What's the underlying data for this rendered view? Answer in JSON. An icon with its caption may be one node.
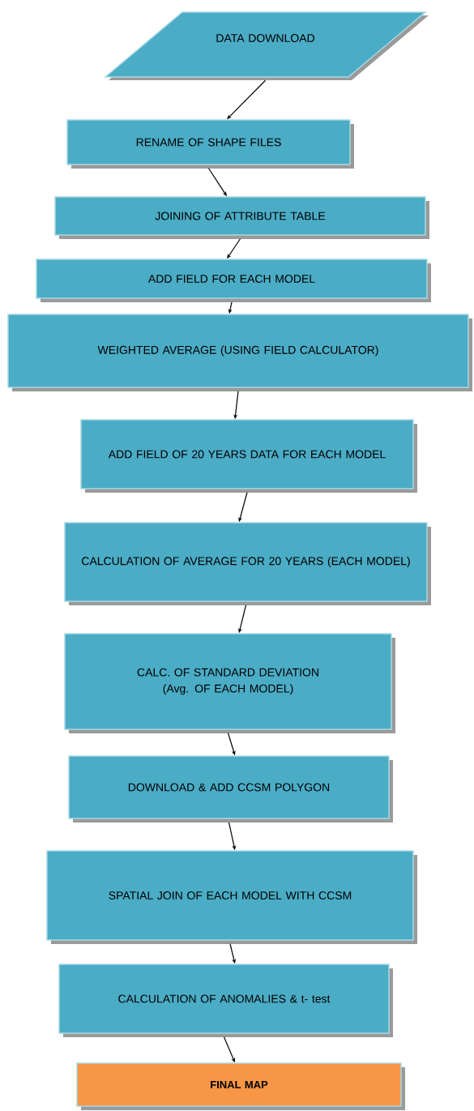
{
  "diagram": {
    "nodes": [
      {
        "text": [
          "DATA DOWNLOAD"
        ]
      },
      {
        "text": [
          "RENAME OF SHAPE FILES"
        ]
      },
      {
        "text": [
          "JOINING OF ATTRIBUTE TABLE"
        ]
      },
      {
        "text": [
          "ADD FIELD FOR EACH MODEL"
        ]
      },
      {
        "text": [
          "WEIGHTED AVERAGE (USING FIELD CALCULATOR)"
        ]
      },
      {
        "text": [
          "ADD FIELD OF 20 YEARS DATA FOR EACH MODEL"
        ]
      },
      {
        "text": [
          "CALCULATION OF AVERAGE FOR 20 YEARS (EACH MODEL)"
        ]
      },
      {
        "text": [
          "CALC. OF STANDARD DEVIATION (Avg. OF EACH MODEL)"
        ]
      },
      {
        "text": [
          "DOWNLOAD & ADD CCSM POLYGON"
        ]
      },
      {
        "text": [
          "SPATIAL JOIN OF EACH MODEL WITH CCSM"
        ]
      },
      {
        "text": [
          "CALCULATION OF ANOMALIES & t- test"
        ]
      },
      {
        "text": [
          "FINAL MAP"
        ]
      }
    ],
    "edges": [
      {
        "from": 0,
        "to": 1,
        "arrow": "to"
      },
      {
        "from": 1,
        "to": 2,
        "arrow": "to"
      },
      {
        "from": 2,
        "to": 3,
        "arrow": "to"
      },
      {
        "from": 3,
        "to": 4,
        "arrow": "to"
      },
      {
        "from": 4,
        "to": 5,
        "arrow": "to"
      },
      {
        "from": 5,
        "to": 6,
        "arrow": "to"
      },
      {
        "from": 6,
        "to": 7,
        "arrow": "to"
      },
      {
        "from": 7,
        "to": 8,
        "arrow": "to"
      },
      {
        "from": 8,
        "to": 9,
        "arrow": "to"
      },
      {
        "from": 9,
        "to": 10,
        "arrow": "to"
      },
      {
        "from": 10,
        "to": 11,
        "arrow": "to"
      }
    ]
  }
}
